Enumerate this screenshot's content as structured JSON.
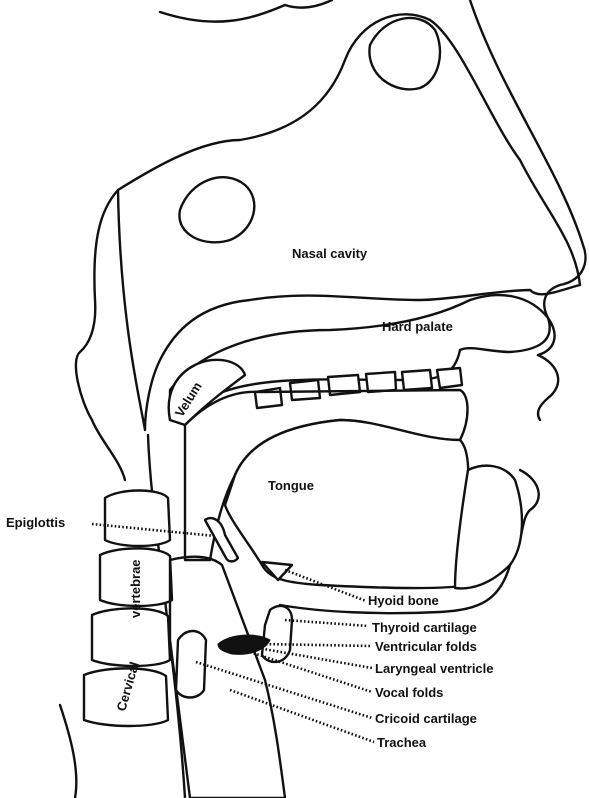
{
  "labels": {
    "nasal_cavity": "Nasal cavity",
    "hard_palate": "Hard palate",
    "velum": "Velum",
    "tongue": "Tongue",
    "epiglottis": "Epiglottis",
    "vertebrae": "vertebrae",
    "cervical": "Cervical",
    "hyoid_bone": "Hyoid bone",
    "thyroid_cartilage": "Thyroid cartilage",
    "ventricular_folds": "Ventricular folds",
    "laryngeal_ventricle": "Laryngeal ventricle",
    "vocal_folds": "Vocal folds",
    "cricoid_cartilage": "Cricoid cartilage",
    "trachea": "Trachea"
  }
}
